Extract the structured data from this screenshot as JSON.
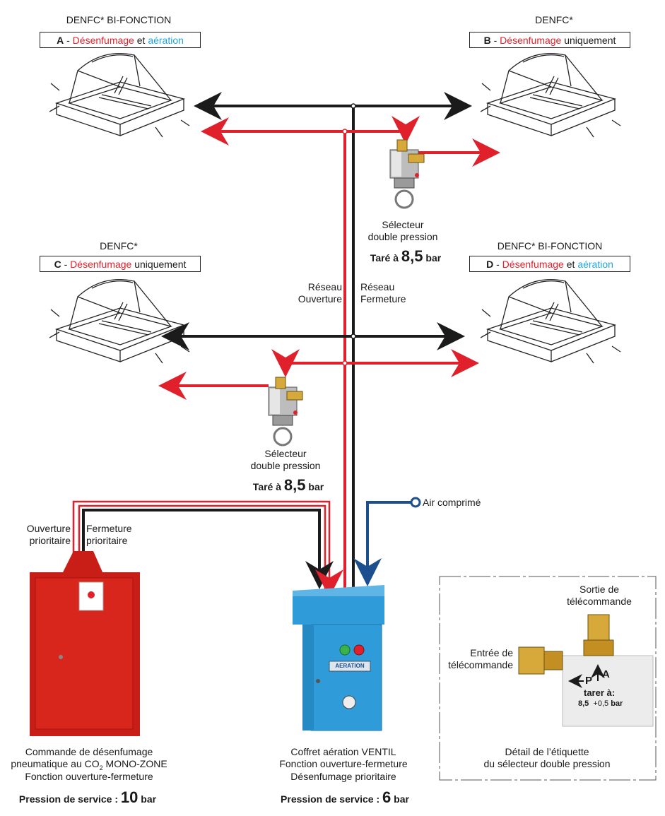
{
  "colors": {
    "red": "#e0202a",
    "black": "#1b1b1b",
    "navy": "#1d4f8f",
    "cyan": "#1fa6dd",
    "box_red": "#d9261c",
    "box_blue": "#2f9bd8"
  },
  "vent_a": {
    "title": "DENFC* BI-FONCTION",
    "letter": "A",
    "sep": " - ",
    "word1": "Désenfumage",
    "mid": " et ",
    "word2": "aération"
  },
  "vent_b": {
    "title": "DENFC*",
    "letter": "B",
    "sep": " - ",
    "word1": "Désenfumage",
    "rest": " uniquement"
  },
  "vent_c": {
    "title": "DENFC*",
    "letter": "C",
    "sep": " - ",
    "word1": "Désenfumage",
    "rest": " uniquement"
  },
  "vent_d": {
    "title": "DENFC* BI-FONCTION",
    "letter": "D",
    "sep": " - ",
    "word1": "Désenfumage",
    "mid": " et ",
    "word2": "aération"
  },
  "selector_top": {
    "line1": "Sélecteur",
    "line2": "double pression",
    "tare_prefix": "Taré à ",
    "tare_value": "8,5",
    "tare_unit": " bar"
  },
  "selector_bottom": {
    "line1": "Sélecteur",
    "line2": "double pression",
    "tare_prefix": "Taré à ",
    "tare_value": "8,5",
    "tare_unit": " bar"
  },
  "network": {
    "open_1": "Réseau",
    "open_2": "Ouverture",
    "close_1": "Réseau",
    "close_2": "Fermeture"
  },
  "air": {
    "label": "Air comprimé"
  },
  "priority": {
    "open_1": "Ouverture",
    "open_2": "prioritaire",
    "close_1": "Fermeture",
    "close_2": "prioritaire"
  },
  "red_box": {
    "line1": "Commande de désenfumage",
    "line2_a": "pneumatique au CO",
    "line2_sub": "2",
    "line2_b": " MONO-ZONE",
    "line3": "Fonction ouverture-fermeture",
    "pressure_prefix": "Pression de service : ",
    "pressure_value": "10",
    "pressure_unit": " bar"
  },
  "blue_box": {
    "line1": "Coffret aération VENTIL",
    "line2": "Fonction ouverture-fermeture",
    "line3": "Désenfumage prioritaire",
    "pressure_prefix": "Pression de service : ",
    "pressure_value": "6",
    "pressure_unit": " bar",
    "badge": "AERATION"
  },
  "detail": {
    "out_1": "Sortie de",
    "out_2": "télécommande",
    "in_1": "Entrée de",
    "in_2": "télécommande",
    "label_p": "P",
    "label_a": "A",
    "tare": "tarer à:",
    "value": "8,5",
    "tolerance": "+0,5",
    "unit": "bar",
    "caption_1": "Détail de l’étiquette",
    "caption_2": "du sélecteur double pression"
  }
}
